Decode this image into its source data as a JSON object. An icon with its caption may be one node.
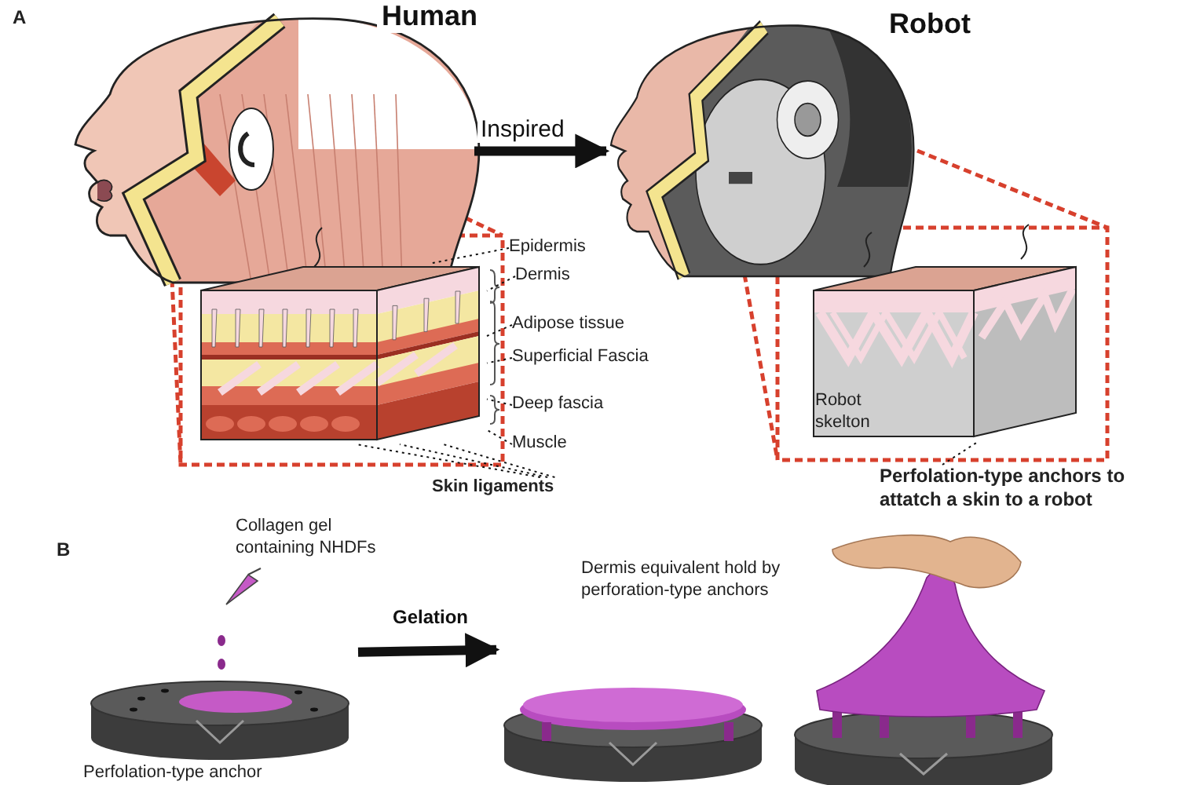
{
  "diagram": {
    "nodes": [
      {
        "text": [
          "Human"
        ]
      },
      {
        "text": [
          "Robot"
        ]
      },
      {
        "text": [],
        "shape": "picture"
      },
      {
        "text": [
          "Robot skelton"
        ]
      },
      {
        "text": [
          "Epidermis"
        ]
      },
      {
        "text": [
          "Dermis"
        ]
      },
      {
        "text": [
          "Adipose tissue"
        ]
      },
      {
        "text": [
          "Superficial Fascia"
        ]
      },
      {
        "text": [
          "Deep fascia"
        ]
      },
      {
        "text": [
          "Muscle"
        ]
      },
      {
        "text": [
          "Skin ligaments"
        ]
      },
      {
        "text": [
          "Perfolation-type anchors to attatch a skin to a robot"
        ]
      },
      {
        "text": [],
        "shape": "picture",
        "beside": [
          "Collagen gel containing NHDFs",
          "Perfolation-type anchor"
        ]
      },
      {
        "text": [],
        "shape": "picture"
      },
      {
        "text": [],
        "shape": "picture"
      }
    ],
    "edges": [
      {
        "from": 0,
        "to": 1,
        "arrow": "to",
        "label": "Inspired",
        "style": "thick"
      },
      {
        "from": 4,
        "to": 2,
        "arrow": "none",
        "style": "dashed"
      },
      {
        "from": 5,
        "to": 2,
        "arrow": "none",
        "style": "dashed"
      },
      {
        "from": 6,
        "to": 2,
        "arrow": "none",
        "style": "dashed"
      },
      {
        "from": 7,
        "to": 2,
        "arrow": "none",
        "style": "dashed"
      },
      {
        "from": 8,
        "to": 2,
        "arrow": "none",
        "style": "dashed"
      },
      {
        "from": 9,
        "to": 2,
        "arrow": "none",
        "style": "dashed"
      },
      {
        "from": 10,
        "to": 2,
        "arrow": "none",
        "style": "dashed"
      },
      {
        "from": 10,
        "to": 2,
        "arrow": "none",
        "style": "dashed"
      },
      {
        "from": 10,
        "to": 2,
        "arrow": "none",
        "style": "dashed"
      },
      {
        "from": 11,
        "to": 3,
        "arrow": "none",
        "style": "dashed"
      },
      {
        "from": 12,
        "to": 13,
        "arrow": "to",
        "label": "Gelation",
        "style": "thick"
      }
    ],
    "labels": [
      "A",
      "B",
      "Dermis equivalent hold by perforation-type anchors"
    ]
  }
}
